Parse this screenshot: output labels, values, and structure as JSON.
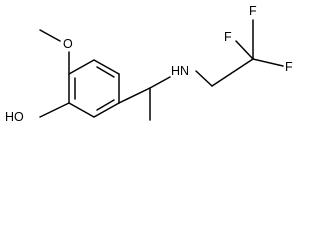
{
  "molecule": {
    "atoms": {
      "methoxy_oxygen": "O",
      "hydroxyl": "HO",
      "amine": "HN",
      "fluorine_1": "F",
      "fluorine_2": "F",
      "fluorine_3": "F"
    },
    "colors": {
      "bond": "#000000",
      "label": "#000000",
      "background": "#ffffff"
    }
  }
}
